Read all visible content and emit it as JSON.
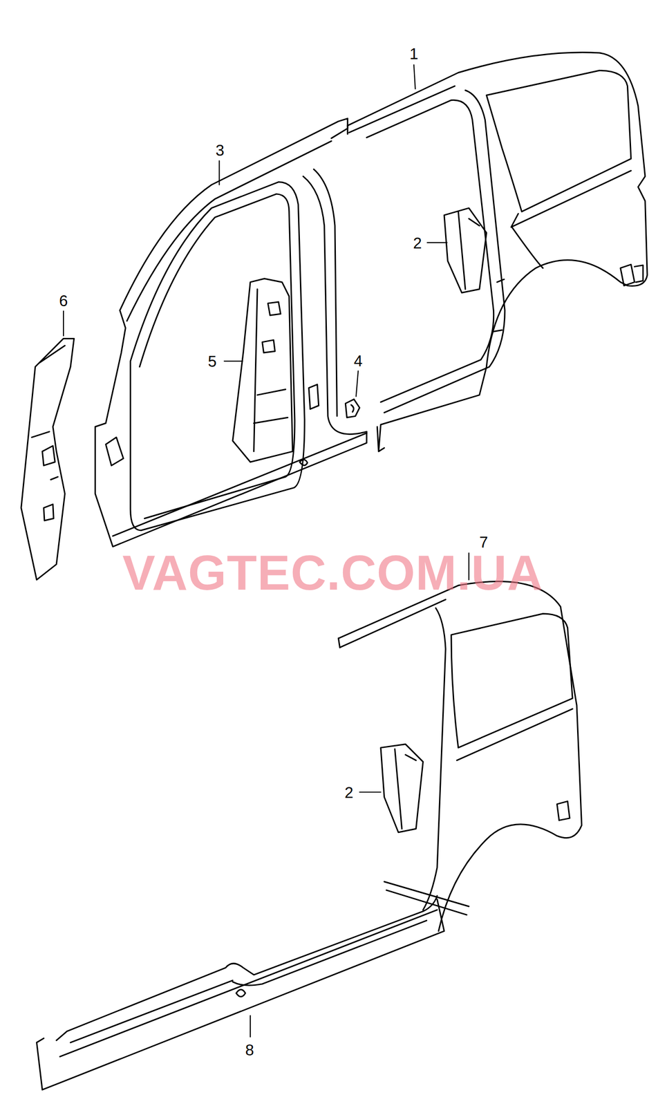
{
  "diagram": {
    "labels": [
      "1",
      "2",
      "3",
      "6",
      "5",
      "4",
      "VAGTEC.COM.UA",
      "7",
      "2",
      "8"
    ]
  }
}
